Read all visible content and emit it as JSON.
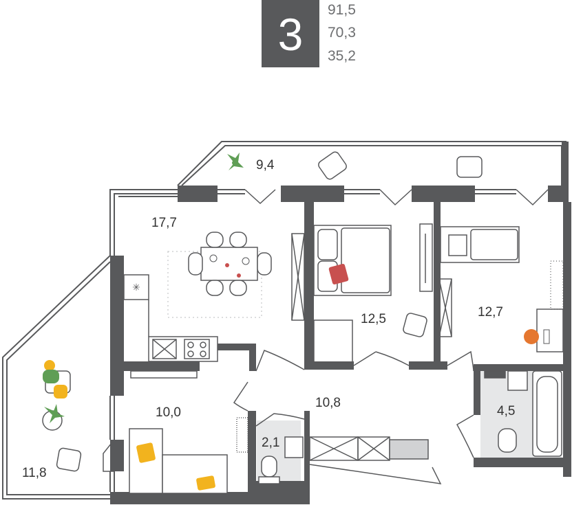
{
  "header": {
    "rooms_count": "3",
    "areas": [
      "91,5",
      "70,3",
      "35,2"
    ]
  },
  "rooms": [
    {
      "id": "balcony-top",
      "area": "9,4"
    },
    {
      "id": "kitchen-living",
      "area": "17,7"
    },
    {
      "id": "bedroom-1",
      "area": "12,5"
    },
    {
      "id": "bedroom-2",
      "area": "12,7"
    },
    {
      "id": "living-room",
      "area": "10,0"
    },
    {
      "id": "hallway",
      "area": "10,8"
    },
    {
      "id": "bathroom",
      "area": "4,5"
    },
    {
      "id": "toilet",
      "area": "2,1"
    },
    {
      "id": "balcony-left",
      "area": "11,8"
    }
  ],
  "colors": {
    "wall": "#58595b",
    "wet_zone_floor": "#e6e7e8",
    "pillow_accent": "#c8504f",
    "yellow_accent": "#f2b31e",
    "plant_green": "#5f9e55",
    "chair_orange": "#e5772f"
  }
}
